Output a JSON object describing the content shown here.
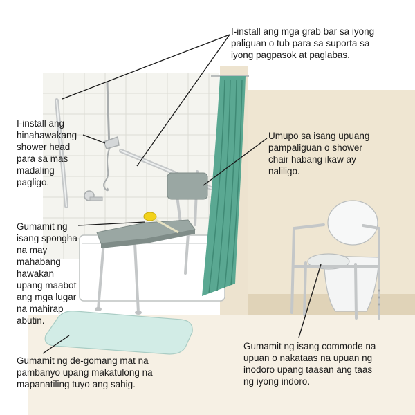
{
  "labels": {
    "grab_bars": "I-install ang mga grab bar sa iyong\npaliguan o tub para sa suporta sa\niyong pagpasok at paglabas.",
    "shower_head": "I-install ang\nhinahawakang\nshower head\npara sa mas\nmadaling\npagligo.",
    "shower_chair": "Umupo sa isang upuang\npampaliguan o shower\nchair habang ikaw ay\nnaliligo.",
    "sponge": "Gumamit ng\nisang spongha\nna may\nmahabang\nhawakan\nupang maabot\nang mga lugar\nna mahirap\nabutin.",
    "mat": "Gumamit ng de-gomang mat na\npambanyo upang makatulong na\nmapanatiling tuyo ang sahig.",
    "commode": "Gumamit ng isang commode na\nupuan o nakataas na upuan ng\ninodoro upang taasan ang taas\nng iyong indoro."
  },
  "colors": {
    "tile": "#f4f4ef",
    "wall": "#efe6d2",
    "curtain": "#5aa892",
    "mat": "#d2ece6",
    "chair_seat": "#9aa7a3",
    "sponge": "#f2d21b",
    "metal": "#c4c7c8",
    "leader": "#1a1a1a"
  }
}
